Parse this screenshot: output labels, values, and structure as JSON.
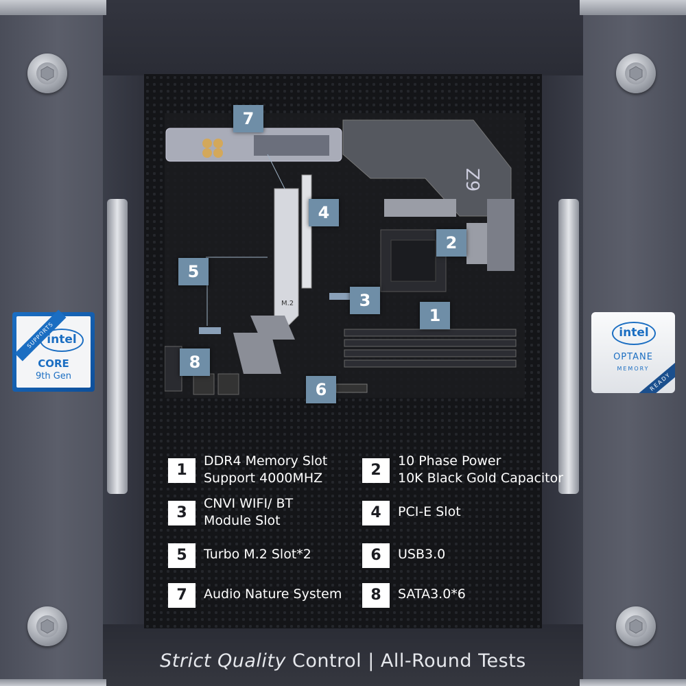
{
  "badges": {
    "core": {
      "ribbon": "SUPPORTS",
      "brand": "intel",
      "line1": "CORE",
      "line2": "9th Gen"
    },
    "optane": {
      "brand": "intel",
      "line1": "OPTANE",
      "line2": "MEMORY",
      "ribbon": "READY"
    }
  },
  "callouts": [
    "7",
    "4",
    "2",
    "5",
    "3",
    "1",
    "8",
    "6"
  ],
  "legend": [
    {
      "num": "1",
      "line1": "DDR4 Memory Slot",
      "line2": "Support 4000MHZ"
    },
    {
      "num": "2",
      "line1": "10 Phase Power",
      "line2": "10K Black Gold Capacitor"
    },
    {
      "num": "3",
      "line1": "CNVI WIFI/ BT",
      "line2": "Module Slot"
    },
    {
      "num": "4",
      "line1": "PCI-E Slot",
      "line2": ""
    },
    {
      "num": "5",
      "line1": "Turbo M.2 Slot*2",
      "line2": ""
    },
    {
      "num": "6",
      "line1": "USB3.0",
      "line2": ""
    },
    {
      "num": "7",
      "line1": "Audio Nature System",
      "line2": ""
    },
    {
      "num": "8",
      "line1": "SATA3.0*6",
      "line2": ""
    }
  ],
  "tagline": {
    "italic": "Strict Quality",
    "rest": " Control | All-Round Tests"
  },
  "colors": {
    "callout": "#6f8ea7",
    "intel_blue": "#1b6ec2",
    "background": "#141518"
  }
}
